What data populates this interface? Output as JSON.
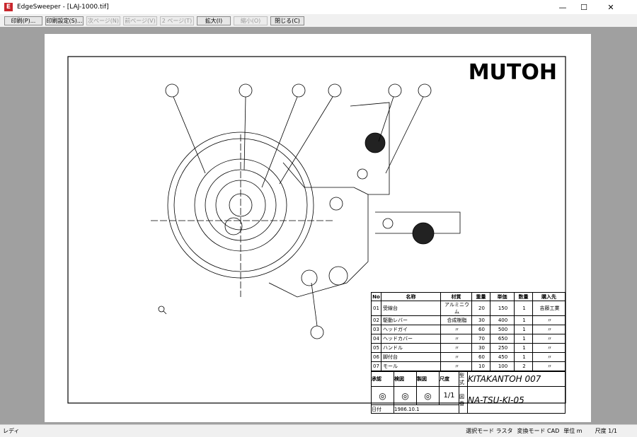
{
  "window": {
    "title": "EdgeSweeper - [LAJ-1000.tif]",
    "icon_letter": "E",
    "minimize": "—",
    "maximize": "☐",
    "close": "✕"
  },
  "toolbar": [
    {
      "label": "印刷(P)...",
      "enabled": true
    },
    {
      "label": "印刷設定(S)...",
      "enabled": true
    },
    {
      "label": "次ページ(N)",
      "enabled": false
    },
    {
      "label": "前ページ(V)",
      "enabled": false
    },
    {
      "label": "2 ページ(T)",
      "enabled": false
    },
    {
      "label": "拡大(I)",
      "enabled": true
    },
    {
      "label": "縮小(O)",
      "enabled": false
    },
    {
      "label": "閉じる(C)",
      "enabled": true
    }
  ],
  "drawing": {
    "logo": "MUTOH",
    "table": {
      "headers": [
        "No",
        "名称",
        "材質",
        "重量",
        "単価",
        "数量",
        "購入先"
      ],
      "rows": [
        [
          "01",
          "受線台",
          "アルミニウム",
          "20",
          "150",
          "1",
          "吉藤工業"
        ],
        [
          "02",
          "駆動レバー",
          "合成樹脂",
          "30",
          "400",
          "1",
          "〃"
        ],
        [
          "03",
          "ヘッドガイ",
          "〃",
          "60",
          "500",
          "1",
          "〃"
        ],
        [
          "04",
          "ヘッドカバー",
          "〃",
          "70",
          "650",
          "1",
          "〃"
        ],
        [
          "05",
          "ハンドル",
          "〃",
          "30",
          "250",
          "1",
          "〃"
        ],
        [
          "06",
          "脚付台",
          "〃",
          "60",
          "450",
          "1",
          "〃"
        ],
        [
          "07",
          "モール",
          "〃",
          "10",
          "100",
          "2",
          "〃"
        ]
      ]
    },
    "titleblock": {
      "labels": [
        "承認",
        "検図",
        "製図",
        "尺度"
      ],
      "scale": "1/1",
      "date_label": "日付",
      "date": "1986.10.1",
      "name_label": "型式",
      "no_label": "図番",
      "company": "KITAKANTOH 007",
      "drawing_no": "NA-TSU-KI-05"
    }
  },
  "status": {
    "left": "レディ",
    "select_mode": "選択モード ラスタ",
    "convert_mode": "変換モード CAD",
    "unit": "単位 m",
    "scale": "尺度 1/1"
  }
}
